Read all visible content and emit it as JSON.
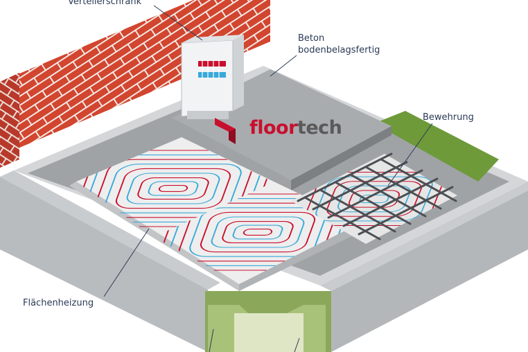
{
  "labels": {
    "verteilerschrank": "Verteilerschrank",
    "beton_line1": "Beton",
    "beton_line2": "bodenbelagsfertig",
    "bewehrung": "Bewehrung",
    "flaechenheizung": "Flächenheizung"
  },
  "logo": {
    "part1": "floor",
    "part2": "tech",
    "color_primary": "#c8102e",
    "color_secondary": "#5a5a5a"
  },
  "colors": {
    "brick": "#d2452f",
    "mortar": "#f2e9e4",
    "concrete": "#a9acaf",
    "insulation": "#8ba85a",
    "pipe_red": "#c8102e",
    "pipe_blue": "#39a9d9",
    "label_text": "#2a3a55"
  }
}
